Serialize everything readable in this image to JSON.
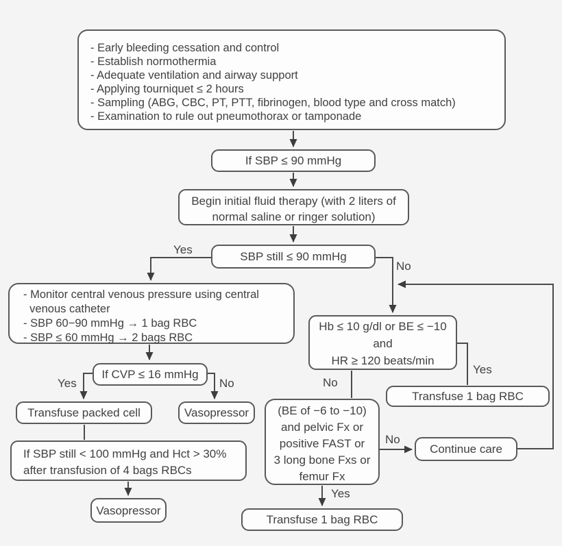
{
  "diagram": {
    "type": "flowchart",
    "topic": "Trauma bleeding resuscitation and transfusion algorithm",
    "colors": {
      "background": "#f4f4f5",
      "box_fill": "#fdfdfd",
      "box_border": "#58595b",
      "text": "#414141",
      "connector": "#4a4a4b"
    }
  },
  "nodes": {
    "preparation": {
      "lines": [
        "- Early bleeding cessation and control",
        "- Establish normothermia",
        "- Adequate ventilation and airway support",
        "- Applying tourniquet ≤ 2 hours",
        "- Sampling (ABG, CBC, PT, PTT, fibrinogen, blood type and cross match)",
        "- Examination to rule out pneumothorax or tamponade"
      ]
    },
    "sbp_check": {
      "label": "If SBP ≤ 90 mmHg"
    },
    "fluid_therapy": {
      "lines": [
        "Begin initial fluid therapy (with 2 liters of",
        "normal saline or ringer solution)"
      ]
    },
    "sbp_still": {
      "label": "SBP still ≤ 90 mmHg"
    },
    "cvp_monitor": {
      "lines": [
        "- Monitor central venous pressure using central",
        "  venous catheter",
        "- SBP 60−90 mmHg → 1 bag RBC",
        "- SBP ≤ 60 mmHg → 2 bags RBC"
      ]
    },
    "hb_check": {
      "lines": [
        "Hb ≤ 10 g/dl or BE ≤ −10",
        "and",
        "HR ≥ 120 beats/min"
      ]
    },
    "cvp_check": {
      "label": "If CVP ≤ 16 mmHg"
    },
    "transfuse_packed_cell": {
      "label": "Transfuse packed cell"
    },
    "vasopressor_mid": {
      "label": "Vasopressor"
    },
    "be_fracture_check": {
      "lines": [
        "(BE of −6 to −10)",
        "and pelvic Fx or",
        "positive FAST or",
        "3 long bone Fxs or",
        "femur Fx"
      ]
    },
    "transfuse_rbc_right": {
      "label": "Transfuse 1 bag RBC"
    },
    "continue_care": {
      "label": "Continue care"
    },
    "sbp_hct_check": {
      "lines": [
        "If SBP still < 100 mmHg and Hct > 30%",
        "after transfusion of 4 bags RBCs"
      ]
    },
    "vasopressor_bottom": {
      "label": "Vasopressor"
    },
    "transfuse_rbc_bottom": {
      "label": "Transfuse 1 bag RBC"
    }
  },
  "branch_labels": {
    "sbp_still_yes": "Yes",
    "sbp_still_no": "No",
    "cvp_yes": "Yes",
    "cvp_no": "No",
    "hb_no": "No",
    "hb_yes": "Yes",
    "be_no": "No",
    "be_yes": "Yes"
  }
}
